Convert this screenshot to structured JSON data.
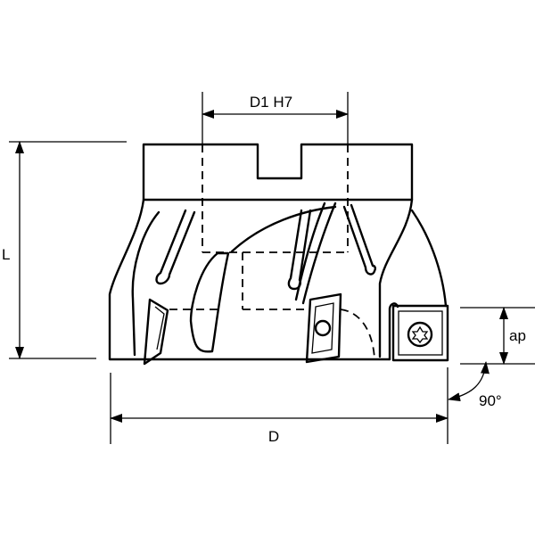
{
  "labels": {
    "bore": "D1 H7",
    "length": "L",
    "diameter": "D",
    "depth_of_cut": "ap",
    "angle": "90°"
  }
}
